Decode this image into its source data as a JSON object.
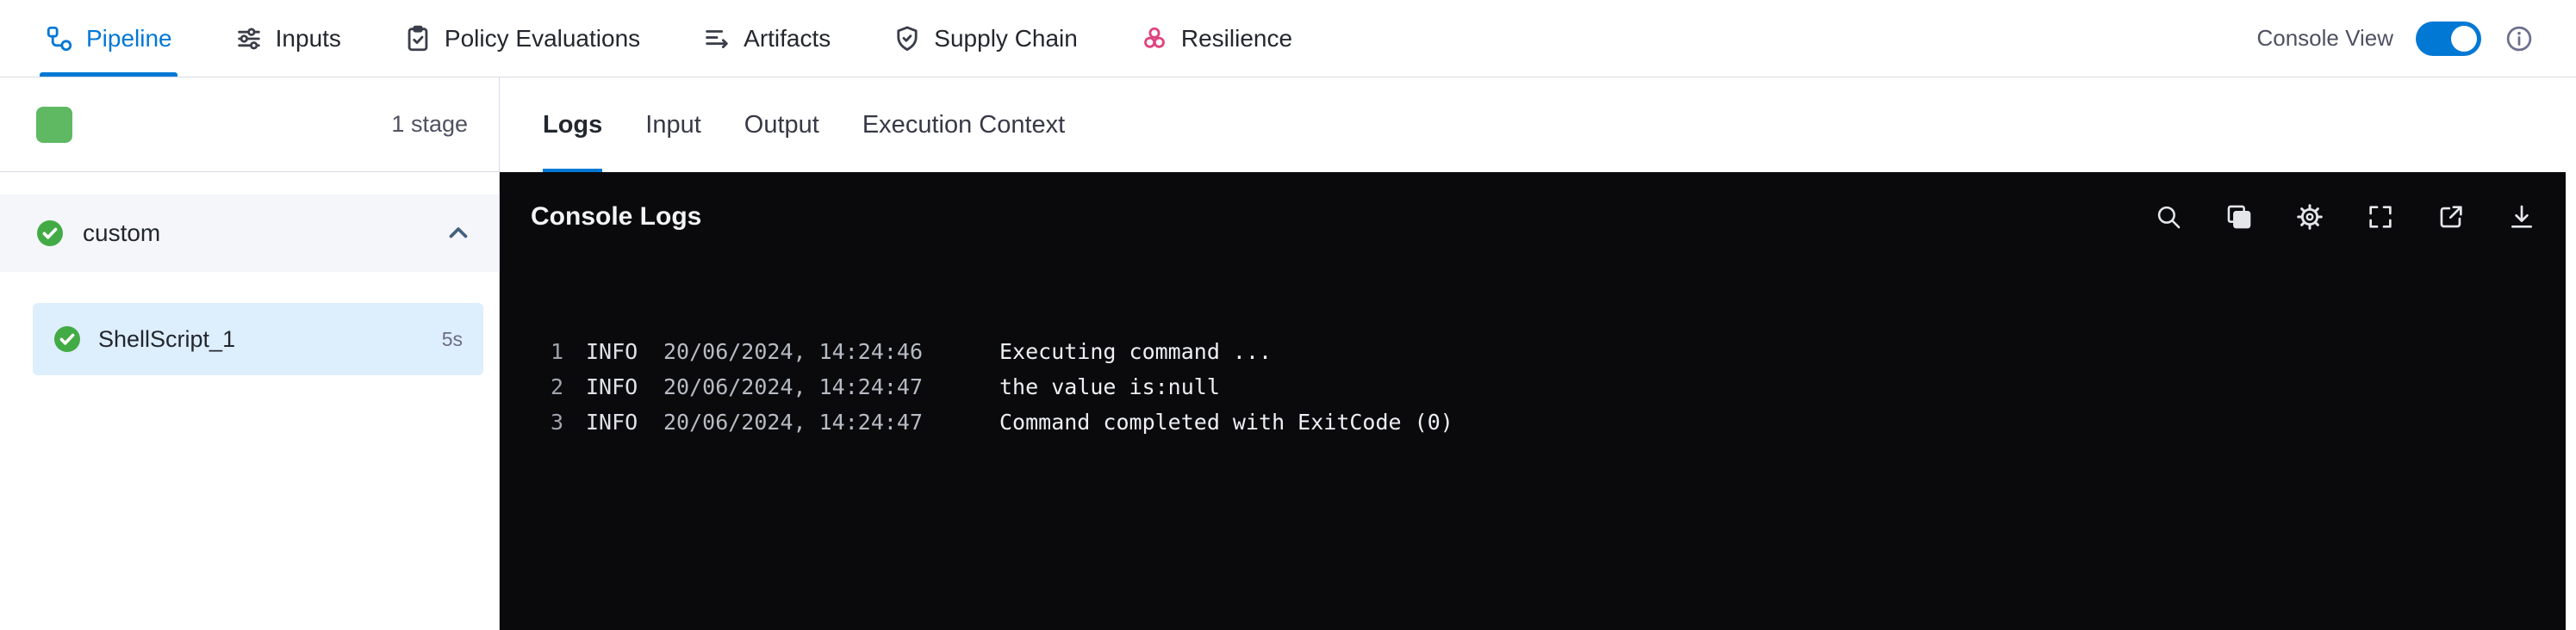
{
  "colors": {
    "accent_blue": "#0278d5",
    "success_green": "#42ab45",
    "resilience_pink": "#e0447f",
    "console_background": "#0a0a0c",
    "selected_step_background": "#ddeefc"
  },
  "top_nav": {
    "tabs": [
      {
        "label": "Pipeline",
        "icon": "pipeline-icon",
        "active": true
      },
      {
        "label": "Inputs",
        "icon": "inputs-icon",
        "active": false
      },
      {
        "label": "Policy Evaluations",
        "icon": "policy-evaluations-icon",
        "active": false
      },
      {
        "label": "Artifacts",
        "icon": "artifacts-icon",
        "active": false
      },
      {
        "label": "Supply Chain",
        "icon": "supply-chain-icon",
        "active": false
      },
      {
        "label": "Resilience",
        "icon": "resilience-icon",
        "active": false
      }
    ],
    "console_view_label": "Console View",
    "console_view_enabled": true
  },
  "sidebar": {
    "stage_count": "1 stage",
    "group": {
      "label": "custom",
      "expanded": true,
      "status": "success"
    },
    "steps": [
      {
        "label": "ShellScript_1",
        "duration": "5s",
        "status": "success",
        "selected": true
      }
    ]
  },
  "main": {
    "tabs": [
      {
        "label": "Logs",
        "active": true
      },
      {
        "label": "Input",
        "active": false
      },
      {
        "label": "Output",
        "active": false
      },
      {
        "label": "Execution Context",
        "active": false
      }
    ],
    "console": {
      "title": "Console Logs",
      "toolbar_icons": [
        "search-icon",
        "copy-icon",
        "settings-icon",
        "fullscreen-icon",
        "open-in-new-icon",
        "download-icon"
      ],
      "logs": [
        {
          "line": "1",
          "level": "INFO",
          "timestamp": "20/06/2024, 14:24:46",
          "message": "Executing command ..."
        },
        {
          "line": "2",
          "level": "INFO",
          "timestamp": "20/06/2024, 14:24:47",
          "message": "the value is:null"
        },
        {
          "line": "3",
          "level": "INFO",
          "timestamp": "20/06/2024, 14:24:47",
          "message": "Command completed with ExitCode (0)"
        }
      ]
    }
  }
}
